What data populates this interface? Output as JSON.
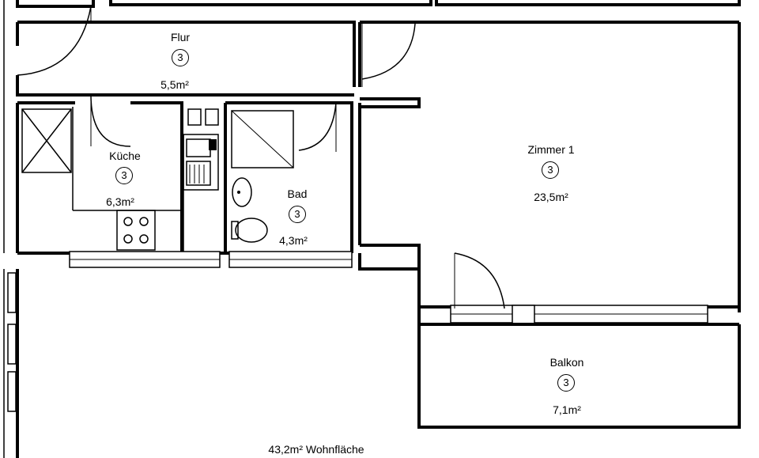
{
  "rooms": {
    "flur": {
      "name": "Flur",
      "number": "3",
      "area": "5,5m²"
    },
    "kueche": {
      "name": "Küche",
      "number": "3",
      "area": "6,3m²"
    },
    "bad": {
      "name": "Bad",
      "number": "3",
      "area": "4,3m²"
    },
    "zimmer1": {
      "name": "Zimmer 1",
      "number": "3",
      "area": "23,5m²"
    },
    "balkon": {
      "name": "Balkon",
      "number": "3",
      "area": "7,1m²"
    }
  },
  "total": {
    "label": "43,2m² Wohnfläche"
  }
}
